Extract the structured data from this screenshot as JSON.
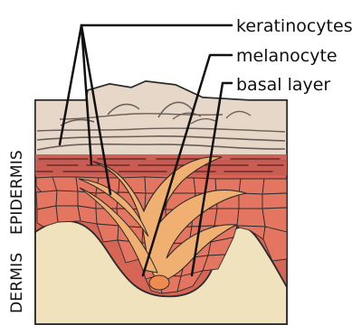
{
  "labels": {
    "keratinocytes": "keratinocytes",
    "melanocyte": "melanocyte",
    "basal_layer": "basal layer"
  },
  "layers": {
    "epidermis": "EPIDERMIS",
    "dermis": "DERMIS"
  },
  "colors": {
    "stratum_corneum": "#e7d7c8",
    "stratum_corneum_top": "#ddc7b4",
    "epidermis_cells": "#dd6b5b",
    "epidermis_bg": "#d76556",
    "dermis": "#f0e2bd",
    "melanocyte_body": "#f0b072",
    "melanocyte_nucleus": "#ef8b4f",
    "outline": "#2c2c2c",
    "text": "#111111"
  }
}
